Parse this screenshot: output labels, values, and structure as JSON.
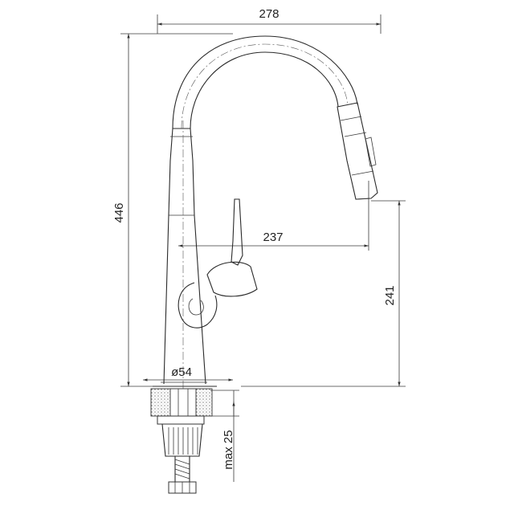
{
  "dimensions": {
    "total_width": "278",
    "total_height": "446",
    "reach": "237",
    "spout_height": "241",
    "base_diameter": "ø54",
    "max_counter_thickness": "max 25"
  }
}
